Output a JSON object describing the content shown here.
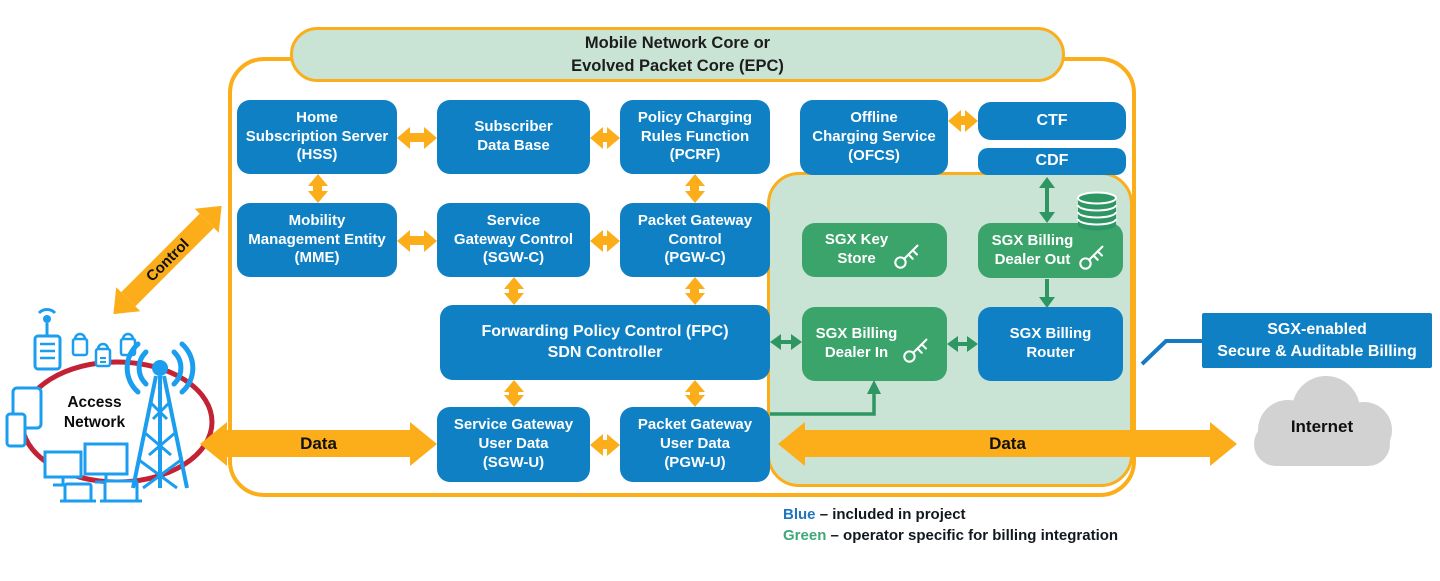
{
  "title": "Mobile Network Core or\nEvolved Packet Core (EPC)",
  "access_network": {
    "label": "Access\nNetwork"
  },
  "control_arrow_label": "Control",
  "data_arrow_left_label": "Data",
  "data_arrow_right_label": "Data",
  "internet_label": "Internet",
  "callout": {
    "label": "SGX-enabled\nSecure & Auditable Billing"
  },
  "epc_boxes": {
    "hss": "Home\nSubscription Server\n(HSS)",
    "subscriber_db": "Subscriber\nData Base",
    "pcrf": "Policy Charging\nRules Function\n(PCRF)",
    "ofcs": "Offline\nCharging Service\n(OFCS)",
    "ctf": "CTF",
    "cdf": "CDF",
    "mme": "Mobility\nManagement Entity\n(MME)",
    "sgw_c": "Service\nGateway Control\n(SGW-C)",
    "pgw_c": "Packet Gateway\nControl\n(PGW-C)",
    "fpc": "Forwarding Policy Control (FPC)\nSDN Controller",
    "sgw_u": "Service Gateway\nUser Data\n(SGW-U)",
    "pgw_u": "Packet Gateway\nUser Data\n(PGW-U)"
  },
  "sgx_boxes": {
    "key_store": "SGX Key\nStore",
    "billing_dealer_out": "SGX Billing\nDealer Out",
    "billing_dealer_in": "SGX Billing\nDealer In",
    "billing_router": "SGX Billing\nRouter"
  },
  "legend": {
    "items": [
      {
        "term": "Blue",
        "definition": "– included in project",
        "color": "#2175BC"
      },
      {
        "term": "Green",
        "definition": "– operator specific for billing integration",
        "color": "#3FA877"
      }
    ]
  },
  "colors": {
    "box_blue": "#1080C4",
    "box_green": "#3BA46B",
    "panel_green": "#C9E3D4",
    "arrow_orange": "#FBAD1A",
    "arrow_green": "#2E9663",
    "access_ellipse_red": "#C22233",
    "icon_blue": "#1B9DF0",
    "cloud_gray": "#D2D2D2"
  }
}
